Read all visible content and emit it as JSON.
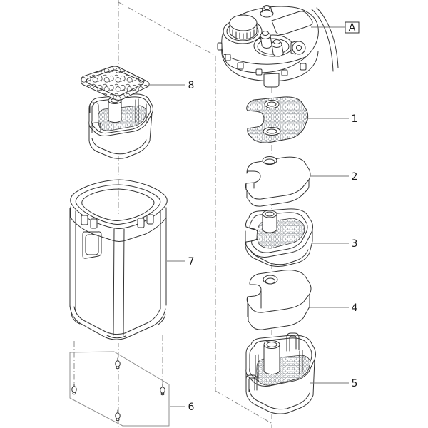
{
  "figure": {
    "background": "#ffffff",
    "line_color": "#333333",
    "guide_line_color": "#8a8a8a",
    "callout_line_color": "#777777"
  },
  "callouts": {
    "head": "A",
    "part1": "1",
    "part2": "2",
    "part3": "3",
    "part4": "4",
    "part5": "5",
    "part6": "6",
    "part7": "7",
    "part8": "8"
  }
}
